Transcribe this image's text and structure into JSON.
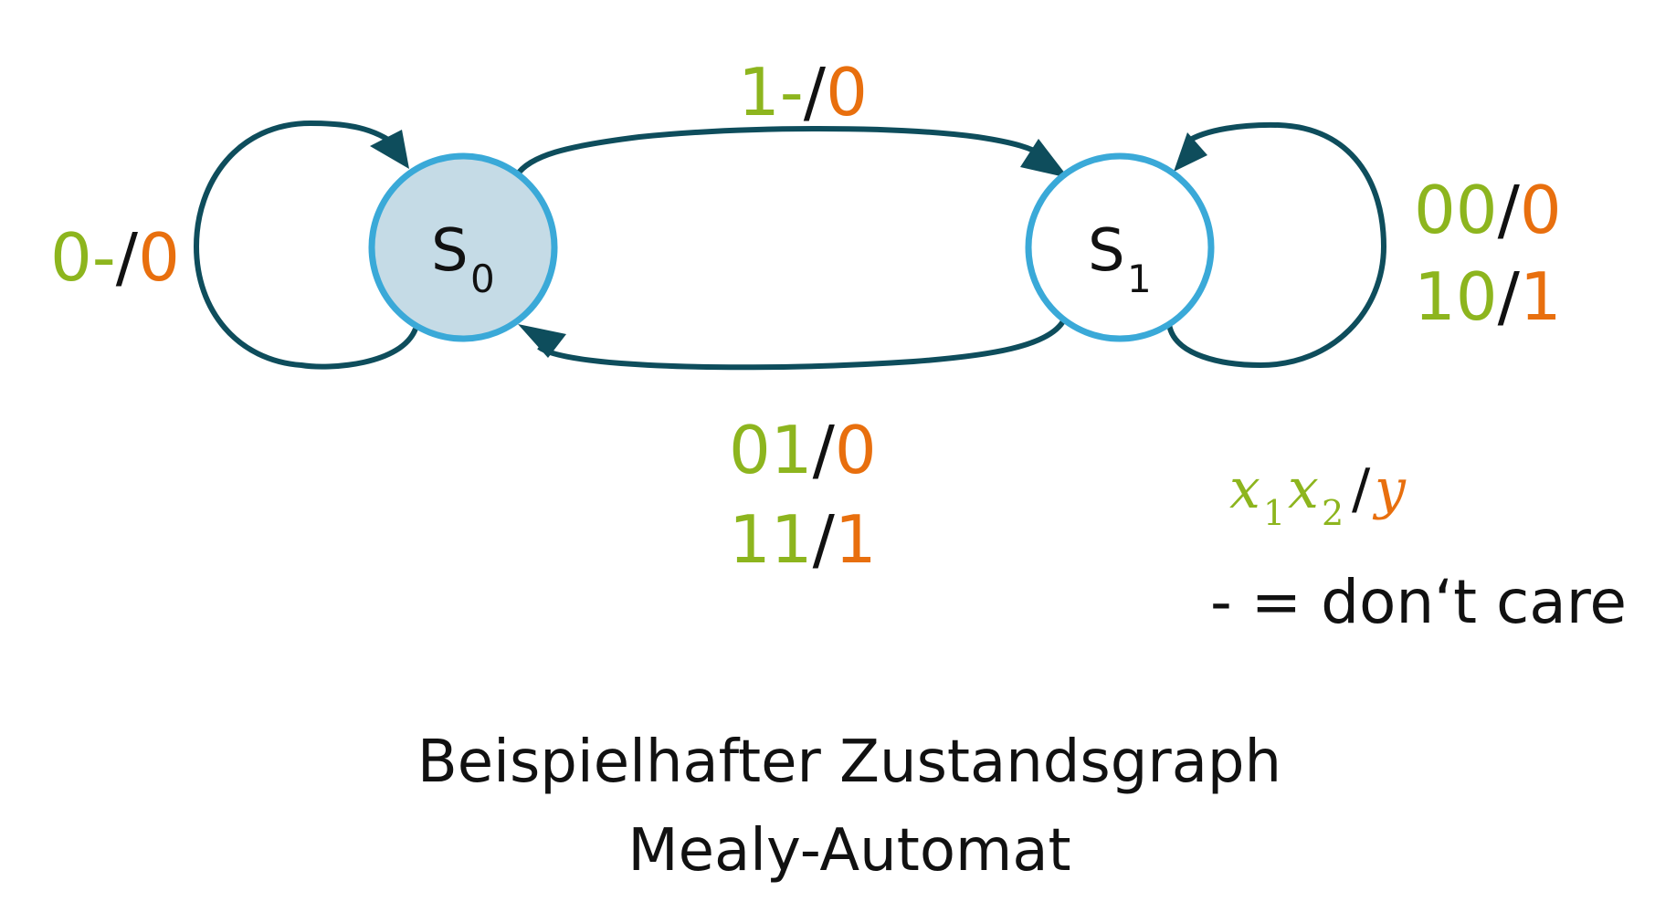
{
  "colors": {
    "input": "#8db51e",
    "output": "#e86f0e",
    "edge": "#0e4d5c",
    "state_border": "#3aa9d8",
    "initial_state_fill": "#c5dbe6",
    "text": "#111111"
  },
  "states": [
    {
      "letter": "S",
      "index": "0"
    },
    {
      "letter": "S",
      "index": "1"
    }
  ],
  "transitions": {
    "s0_self": {
      "input": "0-",
      "slash": "/",
      "output": "0"
    },
    "s0_to_s1": {
      "input": "1-",
      "slash": "/",
      "output": "0"
    },
    "s1_self": [
      {
        "input": "00",
        "slash": "/",
        "output": "0"
      },
      {
        "input": "10",
        "slash": "/",
        "output": "1"
      }
    ],
    "s1_to_s0": [
      {
        "input": "01",
        "slash": "/",
        "output": "0"
      },
      {
        "input": "11",
        "slash": "/",
        "output": "1"
      }
    ]
  },
  "legend": {
    "x": "x",
    "sub1": "1",
    "sub2": "2",
    "slash": "/",
    "y": "y",
    "dont_care": "- = don‘t care"
  },
  "caption": {
    "line1": "Beispielhafter Zustandsgraph",
    "line2": "Mealy-Automat"
  }
}
